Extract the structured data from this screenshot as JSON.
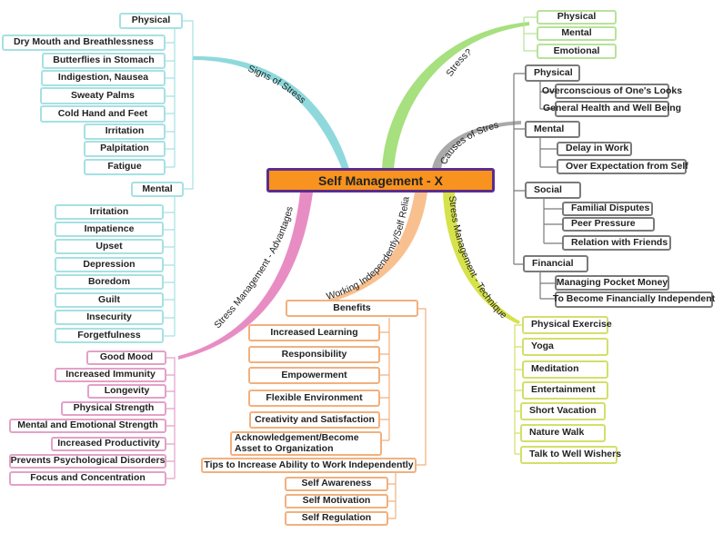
{
  "root": {
    "label": "Self Management - X",
    "fill": "#f7931e",
    "border": "#5b2d8e"
  },
  "branches": {
    "signs": {
      "label": "Signs of Stress",
      "color": "#8fd9dc",
      "physical": {
        "label": "Physical",
        "items": [
          "Dry Mouth and Breathlessness",
          "Butterflies in Stomach",
          "Indigestion, Nausea",
          "Sweaty Palms",
          "Cold Hand and Feet",
          "Irritation",
          "Palpitation",
          "Fatigue"
        ]
      },
      "mental": {
        "label": "Mental",
        "items": [
          "Irritation",
          "Impatience",
          "Upset",
          "Depression",
          "Boredom",
          "Guilt",
          "Insecurity",
          "Forgetfulness"
        ]
      }
    },
    "stress": {
      "label": "Stress?",
      "color": "#a7e07e",
      "items": [
        "Physical",
        "Mental",
        "Emotional"
      ]
    },
    "causes": {
      "label": "Causes of Stress",
      "color": "#a9a9a9",
      "groups": [
        {
          "label": "Physical",
          "items": [
            "Overconscious of One's Looks",
            "General Health and Well Being"
          ]
        },
        {
          "label": "Mental",
          "items": [
            "Delay in Work",
            "Over Expectation from Self"
          ]
        },
        {
          "label": "Social",
          "items": [
            "Familial Disputes",
            "Peer Pressure",
            "Relation with Friends"
          ]
        },
        {
          "label": "Financial",
          "items": [
            "Managing Pocket Money",
            "To Become Financially Independent"
          ]
        }
      ]
    },
    "advantages": {
      "label": "Stress Management - Advantages",
      "color": "#e88dc3",
      "items": [
        "Good Mood",
        "Increased Immunity",
        "Longevity",
        "Physical Strength",
        "Mental and Emotional Strength",
        "Increased Productivity",
        "Prevents Psychological Disorders",
        "Focus and Concentration"
      ]
    },
    "working": {
      "label": "Working Independently/Self Reliance",
      "color": "#f9c08f",
      "benefits": {
        "label": "Benefits",
        "items": [
          "Increased Learning",
          "Responsibility",
          "Empowerment",
          "Flexible Environment",
          "Creativity and Satisfaction",
          "Acknowledgement/Become Asset to Organization"
        ]
      },
      "tips": {
        "label": "Tips to Increase Ability to Work Independently",
        "items": [
          "Self Awareness",
          "Self Motivation",
          "Self Regulation"
        ]
      }
    },
    "techniques": {
      "label": "Stress Management - Techniques",
      "color": "#d6e24a",
      "items": [
        "Physical Exercise",
        "Yoga",
        "Meditation",
        "Entertainment",
        "Short Vacation",
        "Nature Walk",
        "Talk to Well Wishers"
      ]
    }
  }
}
